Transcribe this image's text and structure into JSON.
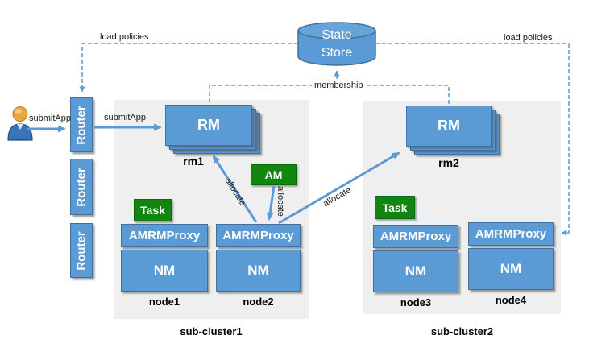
{
  "colors": {
    "box_blue": "#5b9bd5",
    "box_border": "#41719c",
    "green": "#118611",
    "panel_gray": "#efefef",
    "line_blue": "#5b9bd5",
    "text_white": "#ffffff",
    "text_black": "#000000"
  },
  "state_store": {
    "line1": "State",
    "line2": "Store"
  },
  "routers": {
    "top": "Router",
    "middle": "Router",
    "bottom": "Router"
  },
  "annotations": {
    "load_policies_left": "load policies",
    "load_policies_right": "load policies",
    "membership": "membership",
    "submit_app_user": "submitApp",
    "submit_app_router": "submitApp",
    "allocate_left": "allocate",
    "allocate_middle": "allocate",
    "allocate_right": "allocate"
  },
  "sc1": {
    "label": "sub-cluster1",
    "rm_label": "RM",
    "rm_name": "rm1",
    "am_label": "AM",
    "task_label": "Task",
    "node1": {
      "proxy": "AMRMProxy",
      "nm": "NM",
      "name": "node1"
    },
    "node2": {
      "proxy": "AMRMProxy",
      "nm": "NM",
      "name": "node2"
    }
  },
  "sc2": {
    "label": "sub-cluster2",
    "rm_label": "RM",
    "rm_name": "rm2",
    "task_label": "Task",
    "node3": {
      "proxy": "AMRMProxy",
      "nm": "NM",
      "name": "node3"
    },
    "node4": {
      "proxy": "AMRMProxy",
      "nm": "NM",
      "name": "node4"
    }
  }
}
